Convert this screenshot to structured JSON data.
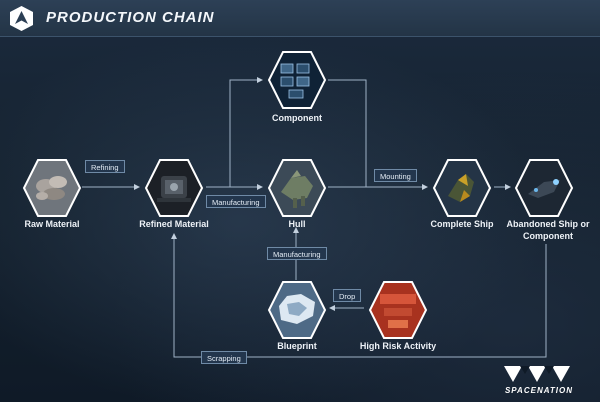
{
  "header": {
    "title": "PRODUCTION CHAIN",
    "badge_icon": "space-nation-badge-icon"
  },
  "nodes": {
    "raw_material": {
      "label": "Raw Material",
      "icon": "ore-cluster-icon"
    },
    "refined_material": {
      "label": "Refined Material",
      "icon": "refined-alloy-icon"
    },
    "component": {
      "label": "Component",
      "icon": "component-module-icon"
    },
    "hull": {
      "label": "Hull",
      "icon": "ship-hull-icon"
    },
    "complete_ship": {
      "label": "Complete Ship",
      "icon": "complete-ship-icon"
    },
    "abandoned_ship": {
      "label_line1": "Abandoned Ship or",
      "label_line2": "Component",
      "icon": "abandoned-ship-icon"
    },
    "blueprint": {
      "label": "Blueprint",
      "icon": "blueprint-icon"
    },
    "high_risk": {
      "label": "High Risk Activity",
      "icon": "high-risk-activity-icon"
    }
  },
  "processes": {
    "refining": "Refining",
    "manufacturing_hull": "Manufacturing",
    "manufacturing_blueprint": "Manufacturing",
    "mounting": "Mounting",
    "drop": "Drop",
    "scrapping": "Scrapping"
  },
  "brand": {
    "text": "SPACENATION",
    "logo_icon": "space-nation-wordmark-icon"
  },
  "colors": {
    "header_bg": "#2b3e54",
    "connector": "#9fb2c6",
    "process_border": "#6f8aa6",
    "process_bg": "#23364d",
    "hex_border": "#ffffff"
  }
}
